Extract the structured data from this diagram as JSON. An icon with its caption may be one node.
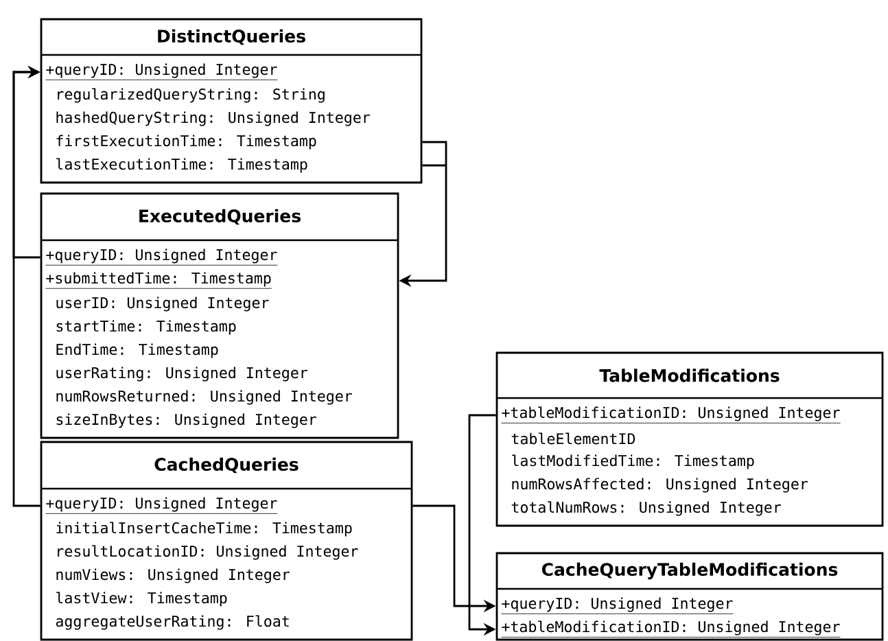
{
  "diagram": {
    "nodes": [
      {
        "text": [
          "DistinctQueries",
          "+queryID: Unsigned Integer",
          "regularizedQueryString: String",
          "hashedQueryString: Unsigned Integer",
          "firstExecutionTime: Timestamp",
          "lastExecutionTime: Timestamp"
        ]
      },
      {
        "text": [
          "ExecutedQueries",
          "+queryID: Unsigned Integer",
          "+submittedTime: Timestamp",
          "userID: Unsigned Integer",
          "startTime: Timestamp",
          "EndTime: Timestamp",
          "userRating: Unsigned Integer",
          "numRowsReturned: Unsigned Integer",
          "sizeInBytes: Unsigned Integer"
        ]
      },
      {
        "text": [
          "CachedQueries",
          "+queryID: Unsigned Integer",
          "initialInsertCacheTime: Timestamp",
          "resultLocationID: Unsigned Integer",
          "numViews: Unsigned Integer",
          "lastView: Timestamp",
          "aggregateUserRating: Float"
        ]
      },
      {
        "text": [
          "TableModifications",
          "+tableModificationID: Unsigned Integer",
          "tableElementID",
          "lastModifiedTime: Timestamp",
          "numRowsAffected: Unsigned Integer",
          "totalNumRows: Unsigned Integer"
        ]
      },
      {
        "text": [
          "CacheQueryTableModifications",
          "+queryID: Unsigned Integer",
          "+tableModificationID: Unsigned Integer"
        ]
      }
    ],
    "edges": [
      {
        "from": 0,
        "to": 1,
        "arrow": "to"
      },
      {
        "from": 1,
        "to": 0,
        "arrow": "to"
      },
      {
        "from": 2,
        "to": 0,
        "arrow": "to"
      },
      {
        "from": 2,
        "to": 4,
        "arrow": "to"
      },
      {
        "from": 3,
        "to": 4,
        "arrow": "to"
      }
    ]
  }
}
